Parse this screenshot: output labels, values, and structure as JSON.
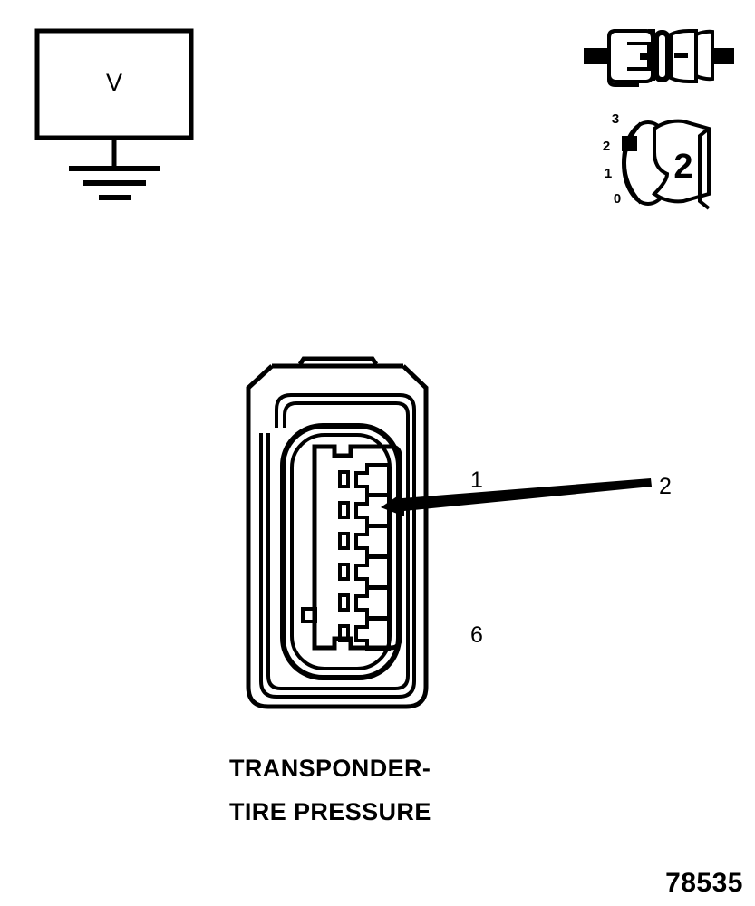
{
  "figure": {
    "number": "78535",
    "caption_line1": "TRANSPONDER-",
    "caption_line2": "TIRE PRESSURE"
  },
  "meter": {
    "symbol": "V",
    "name": "voltmeter-symbol",
    "ground_bars": 3
  },
  "connector_icon": {
    "name": "mating-connector-icon"
  },
  "cavity_indicator": {
    "selected": "2",
    "scale_labels": [
      "3",
      "2",
      "1",
      "0"
    ],
    "marker_at": "2"
  },
  "connector": {
    "name": "transponder-tire-pressure-connector",
    "cavity_count": 6,
    "pin_labels": {
      "first": "1",
      "last": "6"
    },
    "callout": {
      "label": "2",
      "points_to_cavity": 2
    }
  },
  "colors": {
    "line": "#000000",
    "background": "#ffffff"
  }
}
